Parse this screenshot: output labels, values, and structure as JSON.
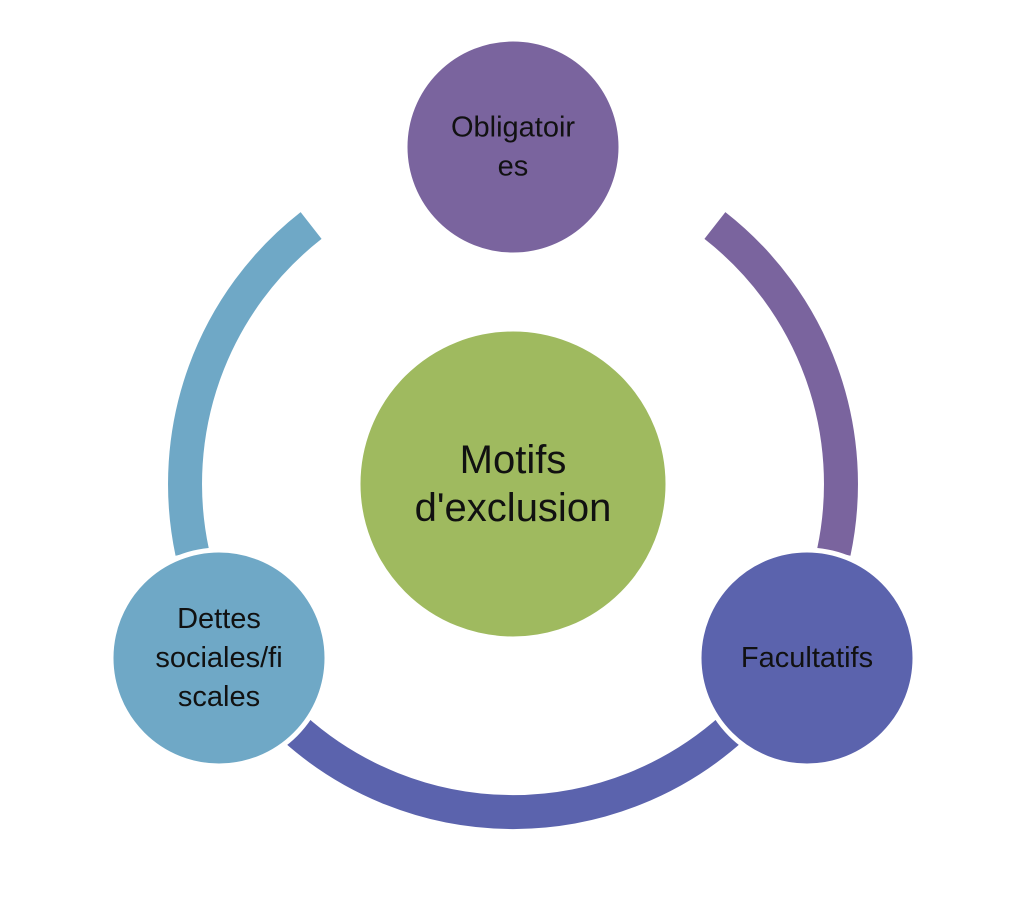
{
  "diagram": {
    "center": {
      "lines": [
        "Motifs",
        "d'exclusion"
      ],
      "color": "#9fba5f"
    },
    "nodes": [
      {
        "id": "obligatoires",
        "lines": [
          "Obligatoir",
          "es"
        ],
        "color": "#7a649e"
      },
      {
        "id": "facultatifs",
        "lines": [
          "Facultatifs"
        ],
        "color": "#5b63ad"
      },
      {
        "id": "dettes",
        "lines": [
          "Dettes",
          "sociales/fi",
          "scales"
        ],
        "color": "#6fa8c6"
      }
    ],
    "arcs": [
      {
        "id": "obligatoires-to-facultatifs",
        "color": "#7a649e"
      },
      {
        "id": "facultatifs-to-dettes",
        "color": "#5b63ad"
      },
      {
        "id": "dettes-to-obligatoires",
        "color": "#6fa8c6"
      }
    ]
  }
}
